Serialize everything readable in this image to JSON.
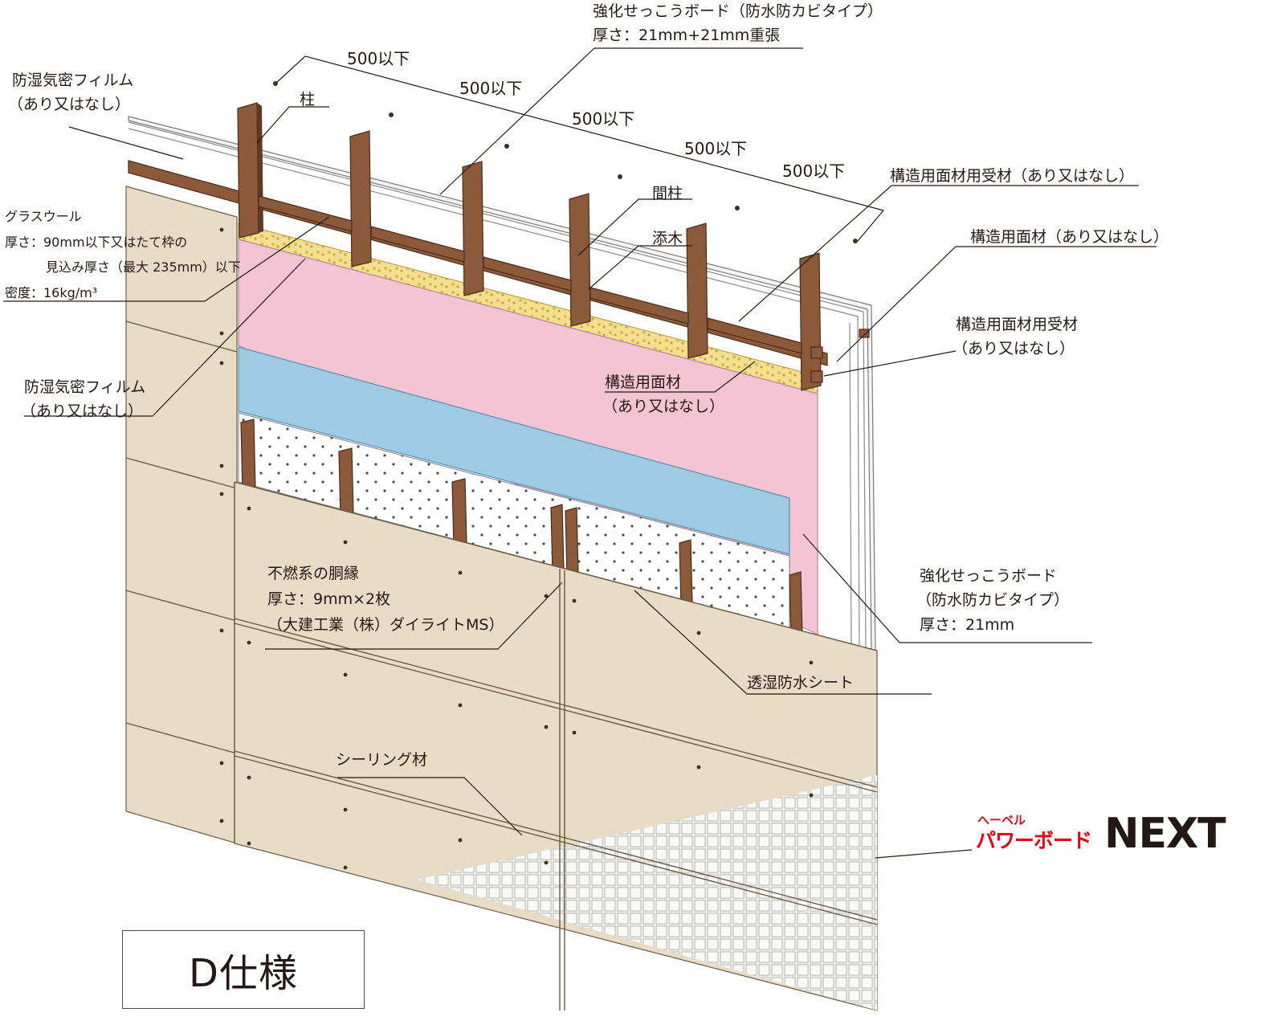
{
  "labels": {
    "gypsum_top_line1": "強化せっこうボード（防水防カビタイプ）",
    "gypsum_top_line2": "厚さ：21mm+21mm重張",
    "film_top_line1": "防湿気密フィルム",
    "film_top_line2": "（あり又はなし）",
    "column": "柱",
    "glasswool_line1": "グラスウール",
    "glasswool_line2": "厚さ：90mm以下又はたて枠の",
    "glasswool_line3": "見込み厚さ（最大 235mm）以下",
    "glasswool_line4": "密度：16kg/m³",
    "film_mid_line1": "防湿気密フィルム",
    "film_mid_line2": "（あり又はなし）",
    "stud": "間柱",
    "filler": "添木",
    "receiver_top": "構造用面材用受材（あり又はなし）",
    "panel_top": "構造用面材（あり又はなし）",
    "receiver_mid_line1": "構造用面材用受材",
    "receiver_mid_line2": "（あり又はなし）",
    "panel_mid_line1": "構造用面材",
    "panel_mid_line2": "（あり又はなし）",
    "batten_line1": "不燃系の胴縁",
    "batten_line2": "厚さ：9mm×2枚",
    "batten_line3": "（大建工業（株）ダイライトMS）",
    "gypsum_right_line1": "強化せっこうボード",
    "gypsum_right_line2": "（防水防カビタイプ）",
    "gypsum_right_line3": "厚さ：21mm",
    "breathable_sheet": "透湿防水シート",
    "sealing": "シーリング材"
  },
  "dimensions": [
    "500以下",
    "500以下",
    "500以下",
    "500以下",
    "500以下"
  ],
  "spec_title": "D仕様",
  "brand": {
    "kana_top": "へーベル",
    "kana_main": "パワーボード",
    "name": "NEXT",
    "accent_color": "#e60012"
  },
  "colors": {
    "stud": "#8a5a3b",
    "pink_board": "#f2c4d4",
    "blue_board": "#9fcbe2",
    "cladding": "#e8dcc6",
    "insulation": "#f3df8e"
  }
}
